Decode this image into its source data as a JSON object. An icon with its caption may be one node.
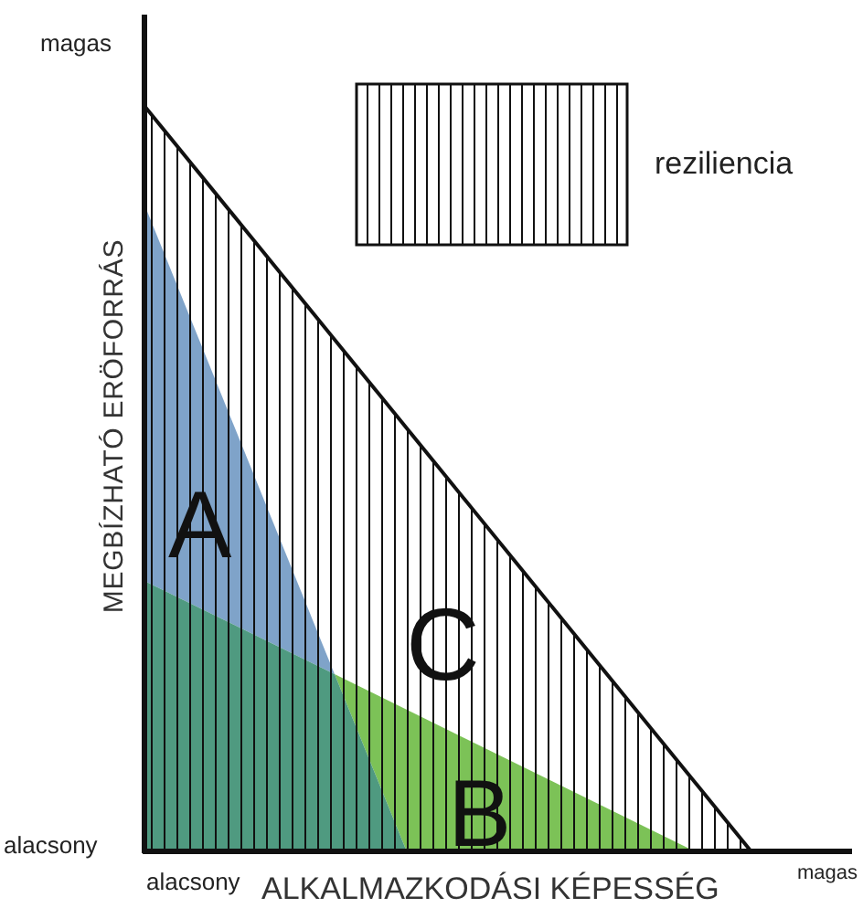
{
  "diagram": {
    "labels": [
      "magas",
      "MEGBÍZHATÓ ERÖFORRÁS",
      "alacsony",
      "A",
      "C",
      "B",
      "alacsony",
      "ALKALMAZKODÁSI KÉPESSÉG",
      "magas"
    ],
    "legend": [
      {
        "text": "reziliencia"
      }
    ]
  }
}
